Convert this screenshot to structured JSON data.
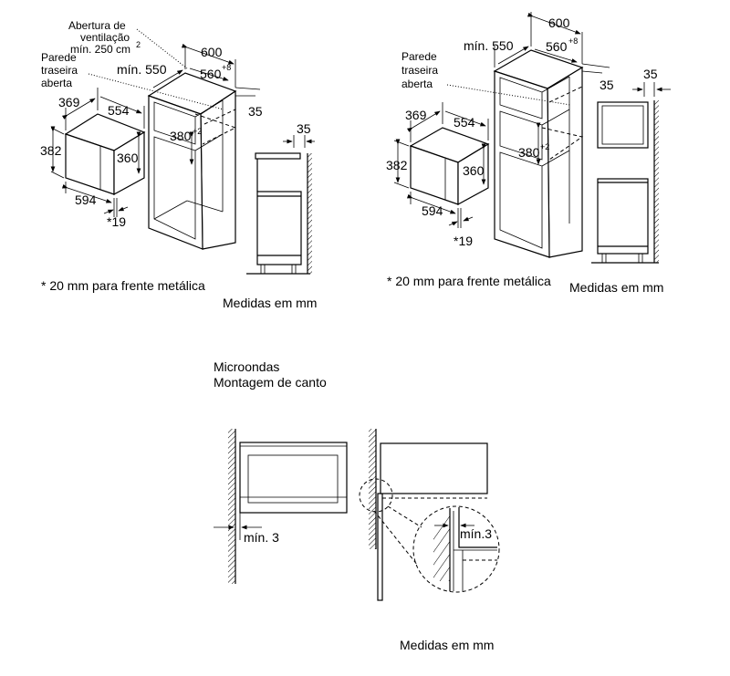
{
  "panel_left": {
    "vent_label": [
      "Abertura de",
      "ventilação",
      "mín. 250 cm"
    ],
    "vent_sup": "2",
    "wall_label": [
      "Parede",
      "traseira",
      "aberta"
    ],
    "dim_600": "600",
    "dim_min550": "mín. 550",
    "dim_560": "560",
    "dim_560_tol": "+8",
    "dim_35_cab": "35",
    "dim_369": "369",
    "dim_554": "554",
    "dim_382": "382",
    "dim_360": "360",
    "dim_380": "380",
    "dim_380_tol": "+2",
    "dim_594": "594",
    "dim_19": "*19",
    "dim_35_side": "35",
    "footnote": "* 20 mm para frente metálica",
    "units": "Medidas em mm"
  },
  "panel_right": {
    "wall_label": [
      "Parede",
      "traseira",
      "aberta"
    ],
    "dim_600": "600",
    "dim_min550": "mín. 550",
    "dim_560": "560",
    "dim_560_tol": "+8",
    "dim_35_cab": "35",
    "dim_369": "369",
    "dim_554": "554",
    "dim_382": "382",
    "dim_360": "360",
    "dim_380": "380",
    "dim_380_tol": "+2",
    "dim_594": "594",
    "dim_19": "*19",
    "dim_35_side": "35",
    "footnote": "* 20 mm para frente metálica",
    "units": "Medidas em mm"
  },
  "corner": {
    "title": [
      "Microondas",
      "Montagem de canto"
    ],
    "min3_front": "mín. 3",
    "min3_detail": "mín.3",
    "units": "Medidas em mm"
  }
}
